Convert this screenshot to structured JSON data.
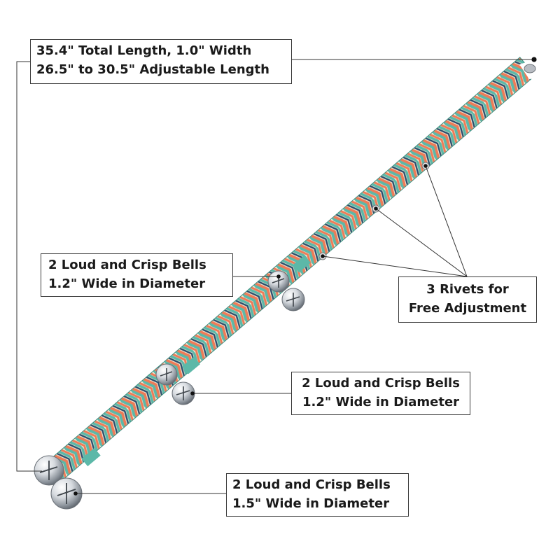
{
  "colors": {
    "teal": "#5cb8a8",
    "coral": "#ee7b57",
    "navy": "#2b4e6c",
    "cream": "#f4ead7",
    "bell_silver": "#d6dadf",
    "leader_line": "#333333"
  },
  "strap": {
    "pattern": "chevron",
    "rivet_count": 3,
    "bell_count": 6
  },
  "callouts": {
    "length": {
      "line1": "35.4\" Total Length, 1.0\" Width",
      "line2": "26.5\" to 30.5\" Adjustable Length"
    },
    "bells_top": {
      "line1": "2 Loud and Crisp Bells",
      "line2": "1.2\" Wide in Diameter"
    },
    "rivets": {
      "line1": "3 Rivets for",
      "line2": "Free Adjustment"
    },
    "bells_mid": {
      "line1": "2 Loud and Crisp Bells",
      "line2": "1.2\" Wide in Diameter"
    },
    "bells_bottom": {
      "line1": "2 Loud and Crisp Bells",
      "line2": "1.5\" Wide in Diameter"
    }
  }
}
